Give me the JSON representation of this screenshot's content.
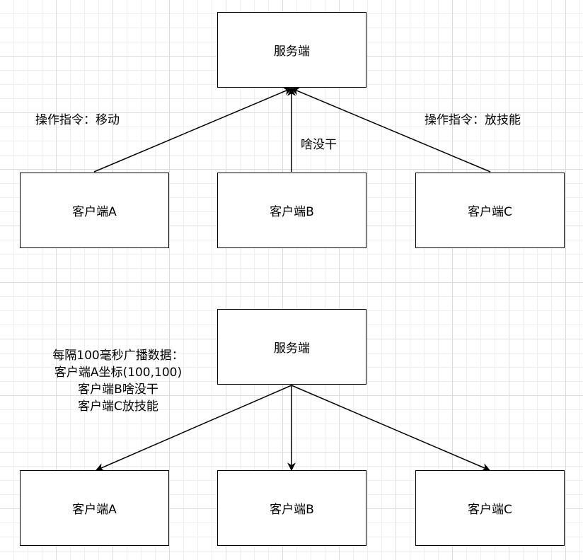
{
  "top": {
    "server": "服务端",
    "client_a": "客户端A",
    "client_b": "客户端B",
    "client_c": "客户端C",
    "edge_a_label": "操作指令：移动",
    "edge_b_label": "啥没干",
    "edge_c_label": "操作指令：放技能"
  },
  "bottom": {
    "server": "服务端",
    "client_a": "客户端A",
    "client_b": "客户端B",
    "client_c": "客户端C",
    "broadcast_lines": [
      "每隔100毫秒广播数据：",
      "客户端A坐标(100,100)",
      "客户端B啥没干",
      "客户端C放技能"
    ]
  },
  "colors": {
    "stroke": "#000000",
    "background": "#ffffff"
  }
}
